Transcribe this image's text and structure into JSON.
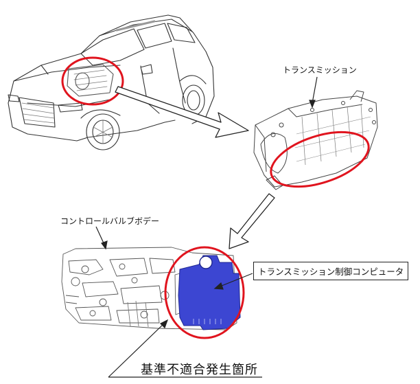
{
  "labels": {
    "transmission": "トランスミッション",
    "control_valve_body": "コントロールバルブボデー",
    "tcu": "トランスミッション制御コンピュータ",
    "defect_location": "基準不適合発生箇所"
  },
  "colors": {
    "highlight_red": "#e0141e",
    "tcu_blue": "#3c46d2",
    "line": "#222222",
    "sketch": "#555555"
  }
}
